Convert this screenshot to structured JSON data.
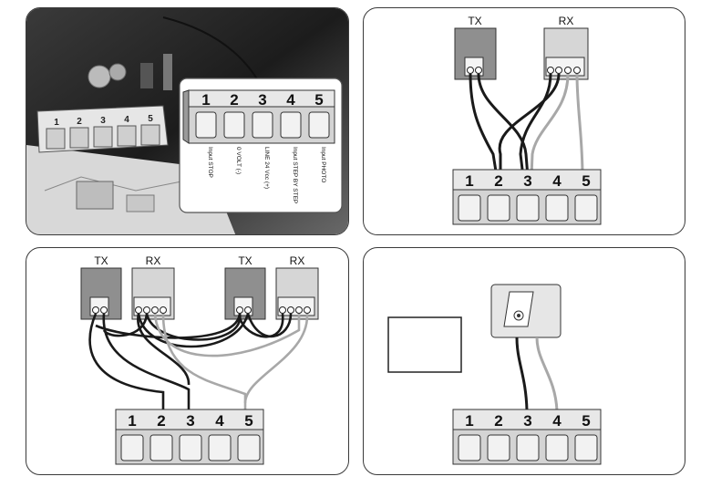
{
  "terminal_numbers": [
    "1",
    "2",
    "3",
    "4",
    "5"
  ],
  "panel1": {
    "photo_terminal_numbers": [
      "1",
      "2",
      "3",
      "4",
      "5"
    ],
    "descriptions": [
      "Input STOP",
      "0 VOLT (-)",
      "LINE 24 Vcc (+)",
      "Input STEP BY STEP",
      "Input PHOTO"
    ]
  },
  "panel2": {
    "tx_label": "TX",
    "rx_label": "RX"
  },
  "panel3": {
    "tx1_label": "TX",
    "rx1_label": "RX",
    "tx2_label": "TX",
    "rx2_label": "RX"
  },
  "colors": {
    "wire_dark": "#1a1a1a",
    "wire_light": "#a8a8a8",
    "border": "#3a3a3a",
    "tx_box": "#8f8f8f",
    "rx_box": "#d6d6d6"
  }
}
